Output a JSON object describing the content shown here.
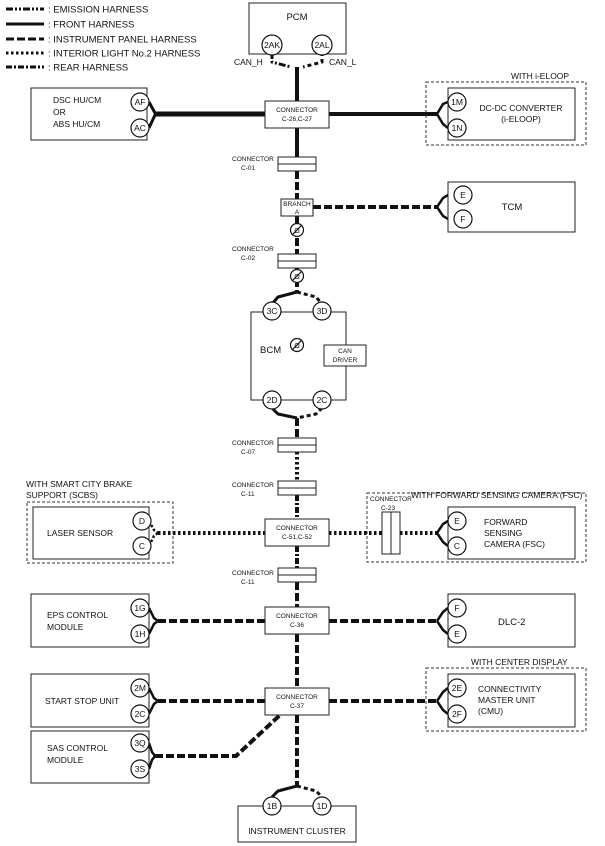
{
  "legend": [
    {
      "label": ": EMISSION HARNESS",
      "style": "emission"
    },
    {
      "label": ": FRONT HARNESS",
      "style": "front"
    },
    {
      "label": ": INSTRUMENT PANEL HARNESS",
      "style": "instrument"
    },
    {
      "label": ": INTERIOR LIGHT No.2 HARNESS",
      "style": "interior"
    },
    {
      "label": ": REAR HARNESS",
      "style": "rear"
    }
  ],
  "modules": {
    "pcm": {
      "title": "PCM",
      "pins": [
        "2AK",
        "2AL"
      ],
      "can_h": "CAN_H",
      "can_l": "CAN_L"
    },
    "dsc": {
      "line1": "DSC HU/CM",
      "line2": "OR",
      "line3": "ABS HU/CM",
      "pins": [
        "AF",
        "AC"
      ]
    },
    "dcdc": {
      "group": "WITH i-ELOOP",
      "line1": "DC-DC CONVERTER",
      "line2": "(i-ELOOP)",
      "pins": [
        "1M",
        "1N"
      ]
    },
    "tcm": {
      "title": "TCM",
      "pins": [
        "E",
        "F"
      ]
    },
    "bcm": {
      "title": "BCM",
      "pins_top": [
        "3C",
        "3D"
      ],
      "pins_bottom": [
        "2D",
        "2C"
      ],
      "can_driver_line1": "CAN",
      "can_driver_line2": "DRIVER"
    },
    "laser": {
      "group_line1": "WITH SMART CITY BRAKE",
      "group_line2": "SUPPORT (SCBS)",
      "title": "LASER SENSOR",
      "pins": [
        "D",
        "C"
      ]
    },
    "fsc": {
      "group": "WITH FORWARD SENSING CAMERA (FSC)",
      "line1": "FORWARD",
      "line2": "SENSING",
      "line3": "CAMERA (FSC)",
      "pins": [
        "E",
        "C"
      ]
    },
    "eps": {
      "line1": "EPS CONTROL",
      "line2": "MODULE",
      "pins": [
        "1G",
        "1H"
      ]
    },
    "dlc": {
      "title": "DLC-2",
      "pins": [
        "F",
        "E"
      ]
    },
    "start_stop": {
      "title": "START STOP UNIT",
      "pins": [
        "2M",
        "2C"
      ]
    },
    "cmu": {
      "group": "WITH CENTER DISPLAY",
      "line1": "CONNECTIVITY",
      "line2": "MASTER UNIT",
      "line3": "(CMU)",
      "pins": [
        "2E",
        "2F"
      ]
    },
    "sas": {
      "line1": "SAS CONTROL",
      "line2": "MODULE",
      "pins": [
        "3Q",
        "3S"
      ]
    },
    "cluster": {
      "title": "INSTRUMENT CLUSTER",
      "pins": [
        "1B",
        "1D"
      ]
    }
  },
  "connectors": {
    "c26": {
      "line1": "CONNECTOR",
      "line2": "C-26,C-27"
    },
    "c01": {
      "line1": "CONNECTOR",
      "line2": "C-01"
    },
    "branch": {
      "line1": "BRANCH",
      "line2": "A"
    },
    "c02": {
      "line1": "CONNECTOR",
      "line2": "C-02"
    },
    "c07": {
      "line1": "CONNECTOR",
      "line2": "C-07"
    },
    "c11a": {
      "line1": "CONNECTOR",
      "line2": "C-11"
    },
    "c51": {
      "line1": "CONNECTOR",
      "line2": "C-51,C-52"
    },
    "c23": {
      "line1": "CONNECTOR",
      "line2": "C-23"
    },
    "c11b": {
      "line1": "CONNECTOR",
      "line2": "C-11"
    },
    "c36": {
      "line1": "CONNECTOR",
      "line2": "C-36"
    },
    "c37": {
      "line1": "CONNECTOR",
      "line2": "C-37"
    }
  },
  "resistor_symbol": "Ω"
}
